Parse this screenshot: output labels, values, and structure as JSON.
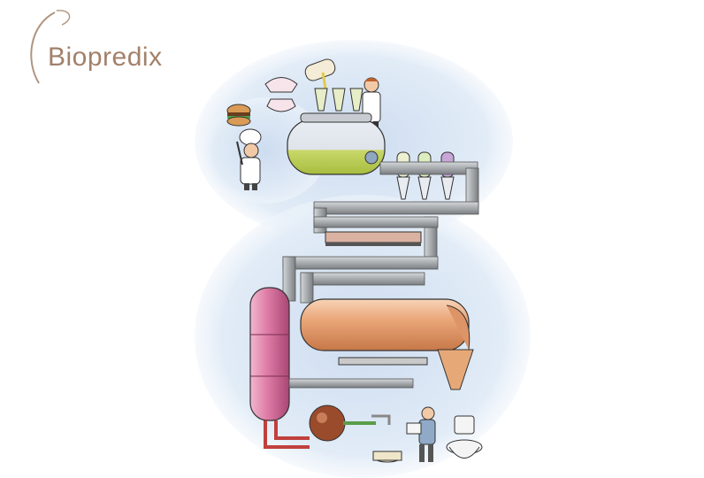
{
  "logo": {
    "text_initial": "B",
    "text_rest": "iopredix",
    "color": "#a2816a"
  },
  "illustration": {
    "subject": "digestion-machine-cartoon",
    "colors": {
      "background_glow": "#dbe7f5",
      "pipe": "#9fa3a6",
      "tank_pink": "#d9739f",
      "acid_green": "#c9d660",
      "stomach_orange": "#e5a274",
      "pump_brown": "#9a4b2b"
    }
  }
}
